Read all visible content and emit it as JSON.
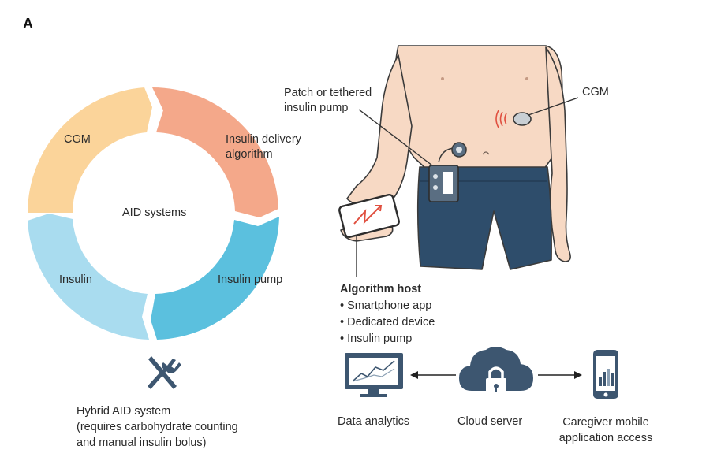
{
  "panel_label": "A",
  "cycle": {
    "center_label": "AID systems",
    "segments": [
      {
        "label_lines": [
          "CGM"
        ],
        "color": "#FBD49A"
      },
      {
        "label_lines": [
          "Insulin delivery",
          "algorithm"
        ],
        "color": "#F4A88A"
      },
      {
        "label_lines": [
          "Insulin pump"
        ],
        "color": "#5BC0DE"
      },
      {
        "label_lines": [
          "Insulin"
        ],
        "color": "#A9DCEF"
      }
    ]
  },
  "hybrid": {
    "icon": "fork-knife-icon",
    "lines": [
      "Hybrid AID system",
      "(requires carbohydrate counting",
      "and manual insulin bolus)"
    ]
  },
  "body_illustration": {
    "pump_label_lines": [
      "Patch or tethered",
      "insulin pump"
    ],
    "cgm_label": "CGM",
    "shorts_color": "#2E4D6B",
    "skin_color": "#F7D9C4"
  },
  "algorithm_host": {
    "title": "Algorithm host",
    "items": [
      "Smartphone app",
      "Dedicated device",
      "Insulin pump"
    ]
  },
  "bottom_row": {
    "data_analytics": {
      "label": "Data analytics",
      "icon": "monitor-chart-icon"
    },
    "cloud_server": {
      "label": "Cloud server",
      "icon": "cloud-lock-icon"
    },
    "caregiver": {
      "label_lines": [
        "Caregiver mobile",
        "application access"
      ],
      "icon": "phone-chart-icon"
    },
    "icon_color": "#3D5670"
  }
}
